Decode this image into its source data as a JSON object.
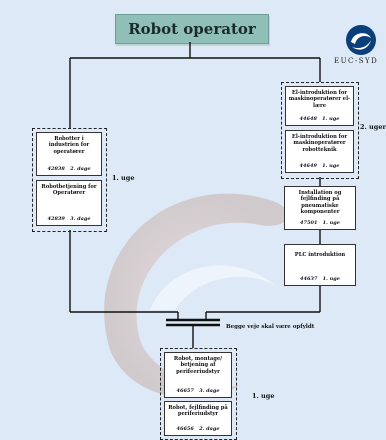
{
  "header": {
    "title": "Robot operator"
  },
  "logo": {
    "text": "EUC-SYD"
  },
  "left_group": {
    "duration": "1. uge",
    "courses": [
      {
        "title": "Robotter i industrien for operatører",
        "code": "42838",
        "duration": "2. dage"
      },
      {
        "title": "Robotbetjening for Operatører",
        "code": "42839",
        "duration": "3. dage"
      }
    ]
  },
  "right_group": {
    "duration": "2. uger",
    "courses": [
      {
        "title": "El-introduktion for maskinoperatører el-lære",
        "code": "44648",
        "duration": "1. uge"
      },
      {
        "title": "El-introduktion for maskinoperatører robotteknik",
        "code": "44649",
        "duration": "1. uge"
      }
    ]
  },
  "right_chain": [
    {
      "title": "Installation og fejlfinding på pneumatiske komponenter",
      "code": "47501",
      "duration": "1. uge"
    },
    {
      "title": "PLC introduktion",
      "code": "44637",
      "duration": "1. uge"
    }
  ],
  "merge_note": "Begge veje skal være opfyldt",
  "bottom_group": {
    "duration": "1. uge",
    "courses": [
      {
        "title": "Robot, montage/ betjening af perifeeriudstyr",
        "code": "46657",
        "duration": "3. dage"
      },
      {
        "title": "Robot, fejlfinding på periferiudstyr",
        "code": "46656",
        "duration": "2. dage"
      }
    ]
  }
}
